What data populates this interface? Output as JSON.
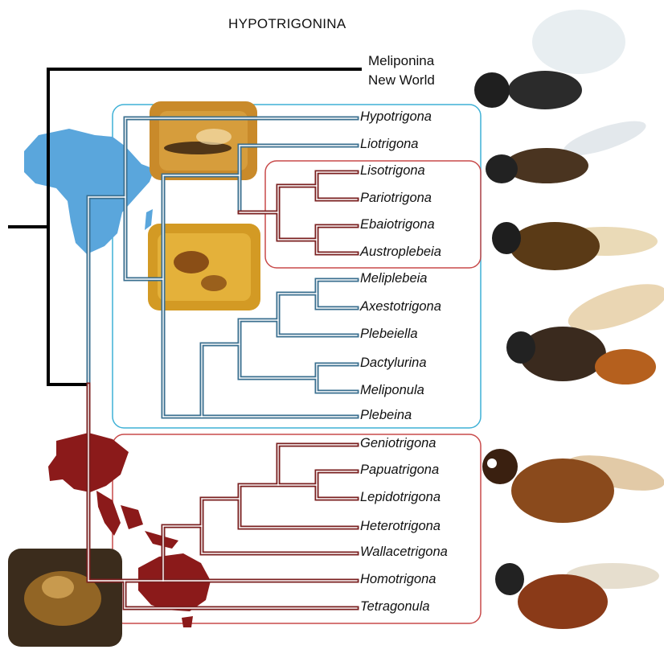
{
  "title": "HYPOTRIGONINA",
  "outgroup": {
    "line1": "Meliponina",
    "line2": "New World"
  },
  "taxa": [
    "Hypotrigona",
    "Liotrigona",
    "Lisotrigona",
    "Pariotrigona",
    "Ebaiotrigona",
    "Austroplebeia",
    "Meliplebeia",
    "Axestotrigona",
    "Plebeiella",
    "Dactylurina",
    "Meliponula",
    "Plebeina",
    "Geniotrigona",
    "Papuatrigona",
    "Lepidotrigona",
    "Heterotrigona",
    "Wallacetrigona",
    "Homotrigona",
    "Tetragonula"
  ],
  "colors": {
    "africa_clade": "#3a6f8f",
    "asia_clade": "#7a1f1f",
    "afro_box": "#3fb1d6",
    "red_box": "#c84a4a",
    "africa_map": "#5aa6dc",
    "asia_map": "#8b1a1a",
    "amber": "#c98a2a"
  },
  "icons": [
    "africa-map-icon",
    "asia-australia-map-icon",
    "amber-fossil-icon",
    "bee-icon"
  ]
}
